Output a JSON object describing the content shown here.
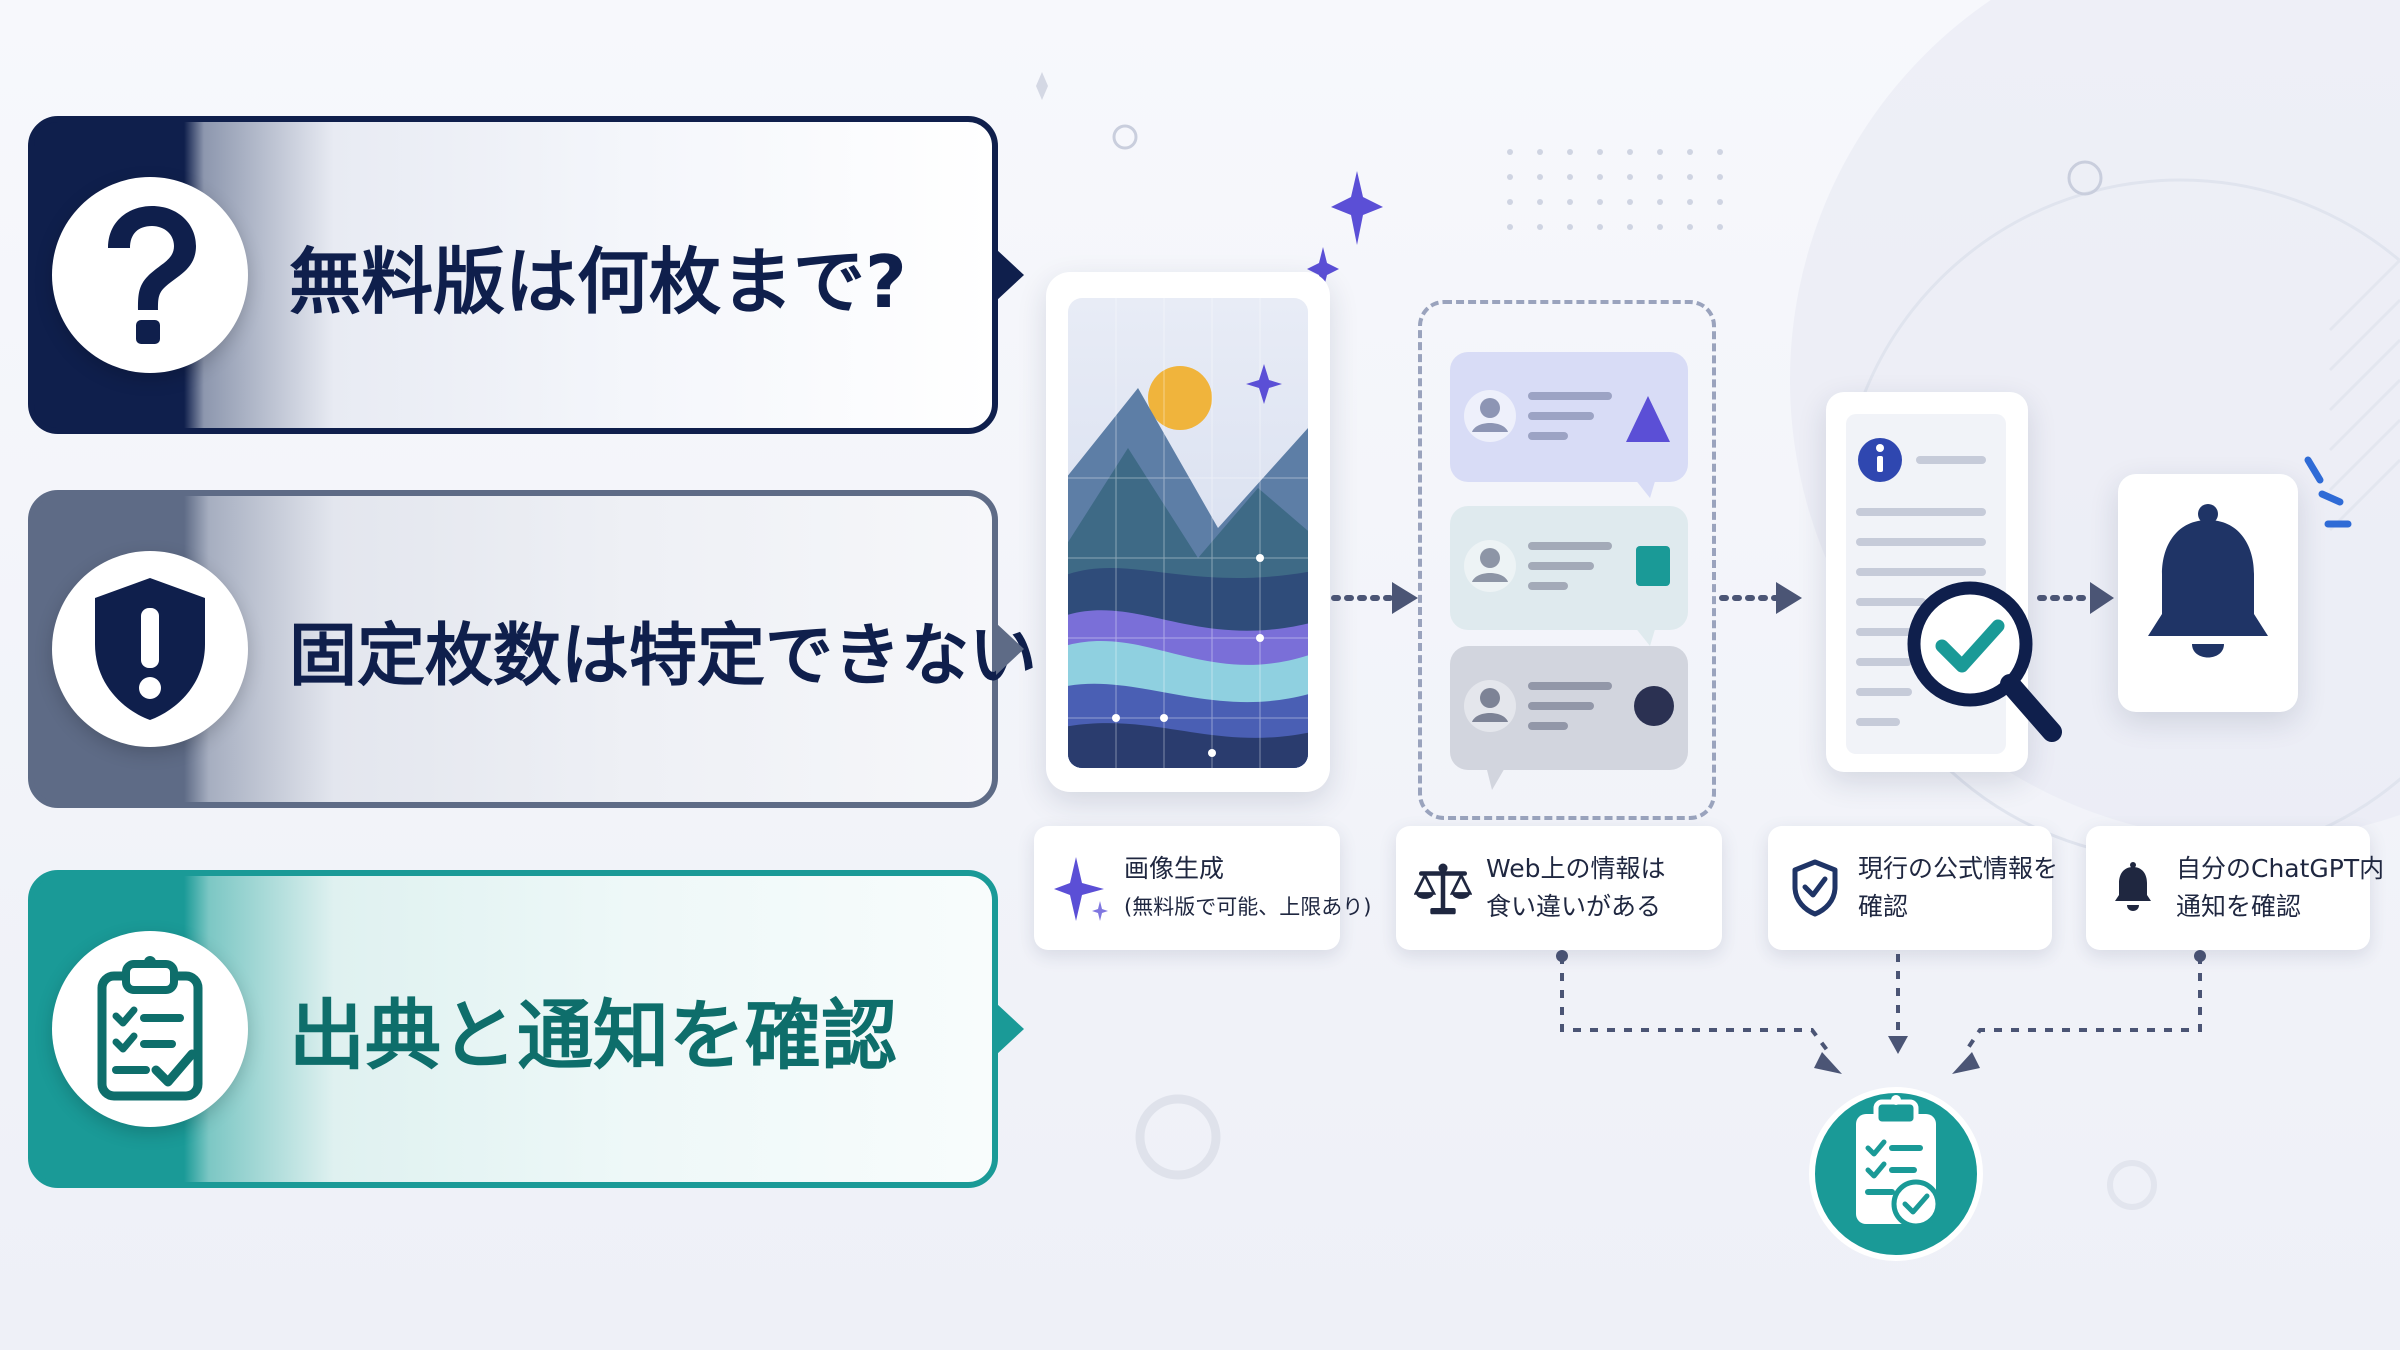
{
  "banners": [
    {
      "text": "無料版は何枚まで?",
      "icon": "question-icon",
      "color": "#0f1f4c"
    },
    {
      "text": "固定枚数は特定できない",
      "icon": "shield-exclamation-icon",
      "color": "#5e6b86"
    },
    {
      "text": "出典と通知を確認",
      "icon": "clipboard-check-icon",
      "color": "#1a9a97"
    }
  ],
  "labels": {
    "image_gen": {
      "line1": "画像生成",
      "line2": "(無料版で可能、上限あり)"
    },
    "web_info": {
      "line1": "Web上の情報は",
      "line2": "食い違いがある"
    },
    "official": {
      "line1": "現行の公式情報を",
      "line2": "確認"
    },
    "notify": {
      "line1": "自分のChatGPT内",
      "line2": "通知を確認"
    }
  },
  "colors": {
    "navy": "#0f1f4c",
    "slate": "#5e6b86",
    "teal": "#1a9a97",
    "purple": "#5b4fd6",
    "sun": "#f0b43c"
  }
}
